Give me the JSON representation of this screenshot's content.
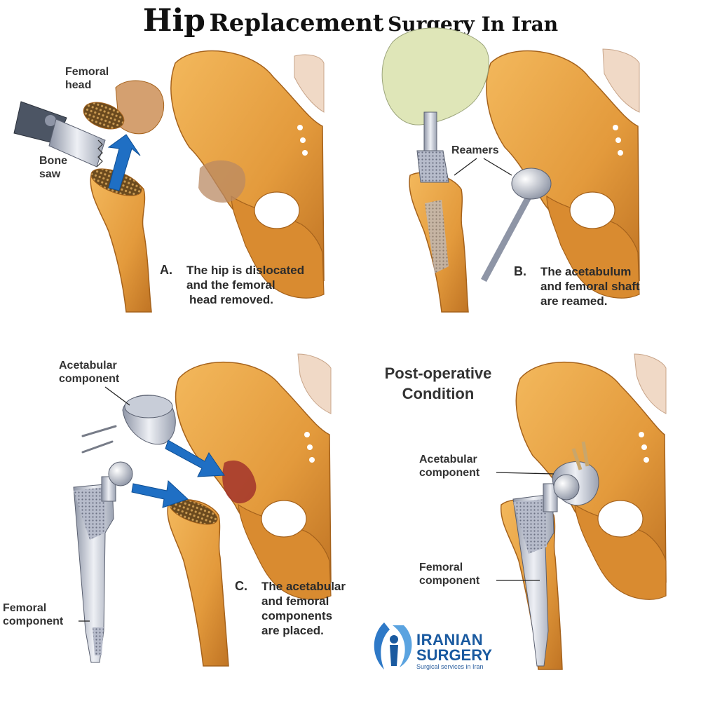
{
  "title": {
    "word1": "Hip",
    "word2": "Replacement",
    "word3": "Surgery In Iran"
  },
  "panels": {
    "a": {
      "letter": "A.",
      "caption": [
        "The hip is dislocated",
        "and the femoral",
        "head removed."
      ],
      "labels": {
        "femoral_head": [
          "Femoral",
          "head"
        ],
        "bone_saw": [
          "Bone",
          "saw"
        ]
      }
    },
    "b": {
      "letter": "B.",
      "caption": [
        "The acetabulum",
        "and femoral shaft",
        "are reamed."
      ],
      "labels": {
        "reamers": "Reamers"
      }
    },
    "c": {
      "letter": "C.",
      "caption": [
        "The acetabular",
        "and femoral",
        "components",
        "are placed."
      ],
      "labels": {
        "acetabular": [
          "Acetabular",
          "component"
        ],
        "femoral": [
          "Femoral",
          "component"
        ]
      }
    },
    "d": {
      "heading": [
        "Post-operative",
        "Condition"
      ],
      "labels": {
        "acetabular": [
          "Acetabular",
          "component"
        ],
        "femoral": [
          "Femoral",
          "component"
        ]
      }
    }
  },
  "logo": {
    "line1": "IRANIAN",
    "line2": "SURGERY",
    "tagline": "Surgical services in Iran"
  },
  "colors": {
    "bone": "#e39a3c",
    "bone_dark": "#b8701f",
    "arrow": "#1f6fc4",
    "metal": "#b9bfcc",
    "logo": "#1a5aa0"
  }
}
